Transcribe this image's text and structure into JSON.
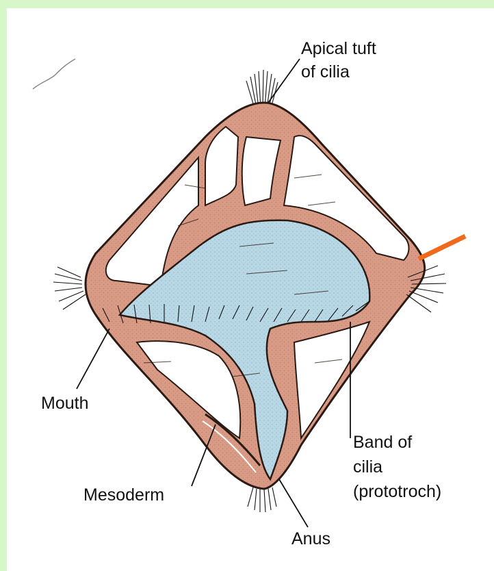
{
  "diagram": {
    "labels": {
      "apical_tuft_line1": "Apical tuft",
      "apical_tuft_line2": "of cilia",
      "mouth": "Mouth",
      "mesoderm": "Mesoderm",
      "anus": "Anus",
      "band_line1": "Band of",
      "band_line2": "cilia",
      "band_line3": "(prototroch)"
    },
    "colors": {
      "background": "#d8f7c8",
      "body_wall": "#d99b86",
      "gut": "#b9d8e6",
      "arrow": "#f06a1c",
      "outline": "#2a1a14"
    }
  }
}
